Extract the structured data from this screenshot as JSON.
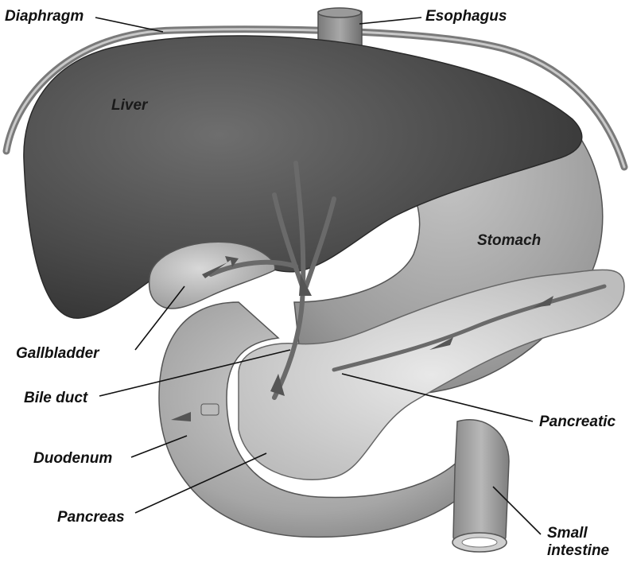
{
  "labels": {
    "diaphragm": "Diaphragm",
    "esophagus": "Esophagus",
    "liver": "Liver",
    "stomach": "Stomach",
    "gallbladder": "Gallbladder",
    "bile_duct": "Bile duct",
    "duodenum": "Duodenum",
    "pancreas": "Pancreas",
    "pancreatic": "Pancreatic",
    "small_intestine_1": "Small",
    "small_intestine_2": "intestine"
  },
  "colors": {
    "liver": "#4a4a4a",
    "stomach": "#9a9a9a",
    "duodenum": "#a6a6a6",
    "pancreas": "#c8c8c8",
    "diaphragm": "#8c8c8c",
    "duct": "#6a6a6a"
  }
}
